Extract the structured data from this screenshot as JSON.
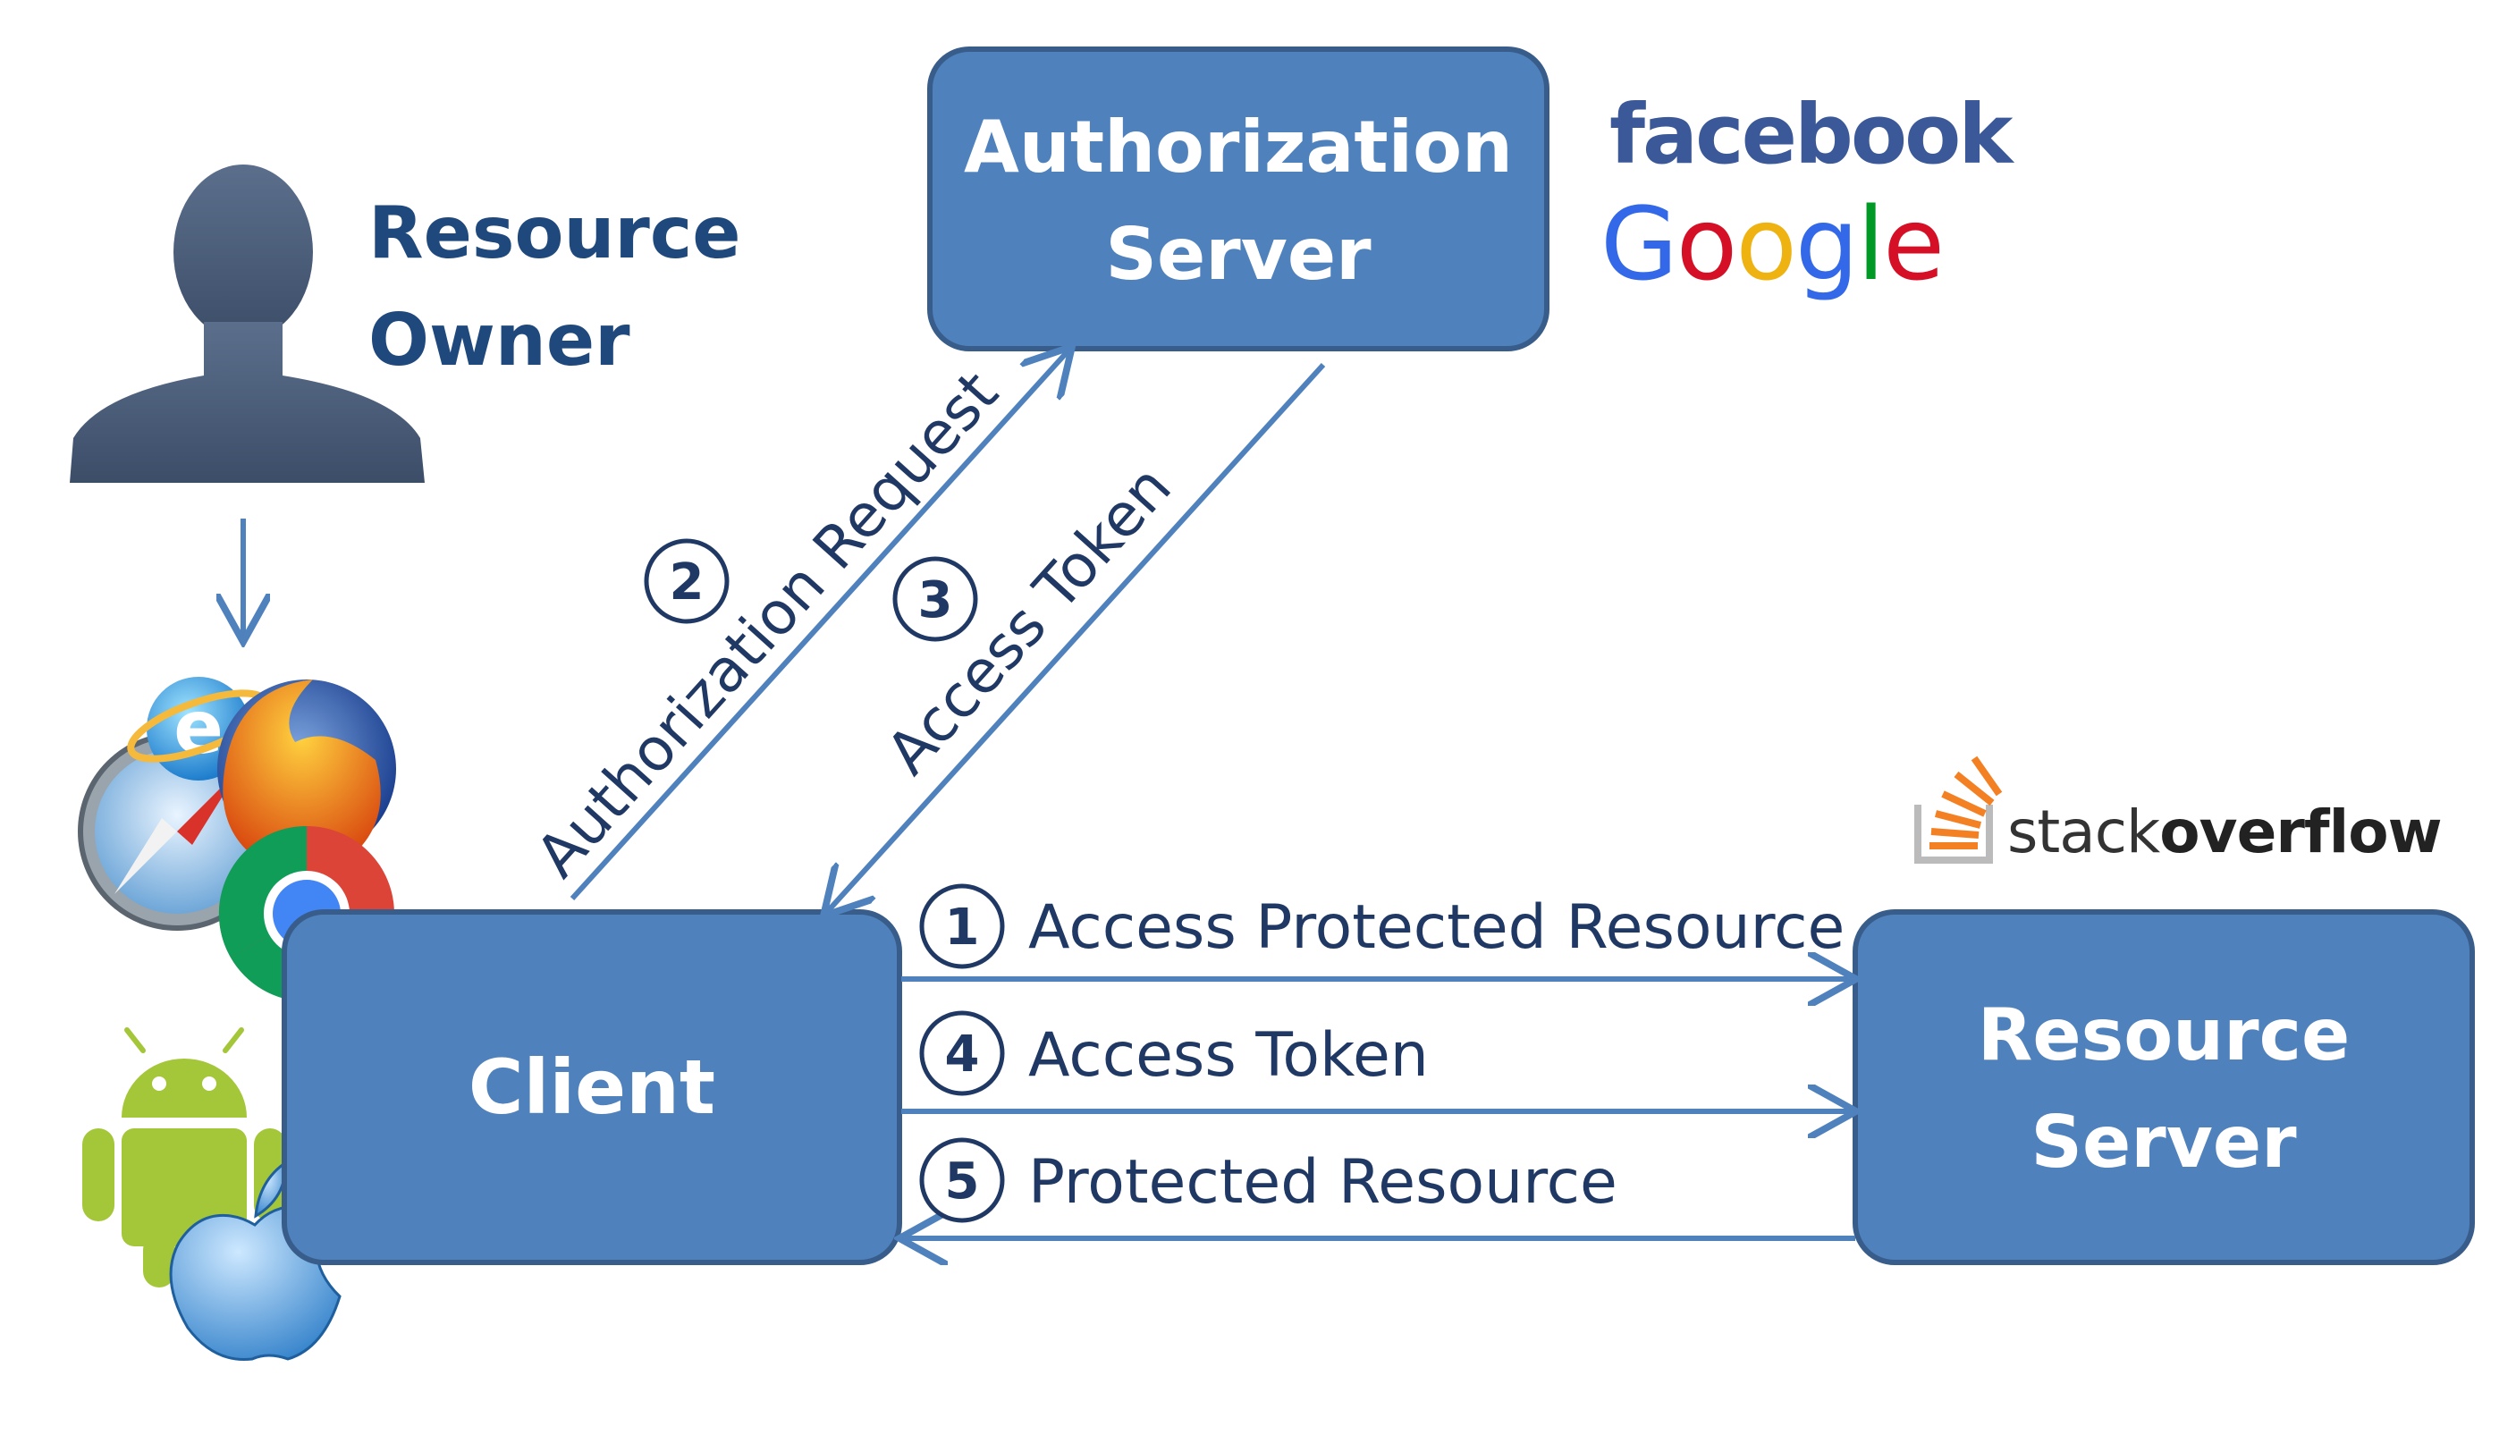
{
  "resource_owner": {
    "line1": "Resource",
    "line2": "Owner"
  },
  "auth_server": {
    "line1": "Authorization",
    "line2": "Server"
  },
  "client": {
    "label": "Client"
  },
  "resource_server": {
    "line1": "Resource",
    "line2": "Server"
  },
  "logos": {
    "facebook": "facebook",
    "google": "Google",
    "stackoverflow_a": "stack",
    "stackoverflow_b": "overflow"
  },
  "steps": [
    {
      "num": "1",
      "label": "Access Protected Resource"
    },
    {
      "num": "2",
      "label": "Authorization Request"
    },
    {
      "num": "3",
      "label": "Access Token"
    },
    {
      "num": "4",
      "label": "Access Token"
    },
    {
      "num": "5",
      "label": "Protected Resource"
    }
  ],
  "colors": {
    "box_fill": "#4f81bd",
    "box_stroke": "#385d8a",
    "arrow": "#4f81bd",
    "title_text": "#1f497d",
    "step_text": "#1f3864",
    "box_text": "#ffffff",
    "silhouette": "#4a5d7a",
    "facebook": "#3b5998",
    "google_blue": "#3369e8",
    "google_red": "#d50f25",
    "google_yellow": "#eeb211",
    "google_green": "#009925",
    "stackoverflow_orange": "#f48024",
    "stackoverflow_gray": "#bcbbbb",
    "android": "#a4c639"
  },
  "icons": [
    "user-silhouette-icon",
    "internet-explorer-icon",
    "firefox-icon",
    "safari-icon",
    "chrome-icon",
    "android-icon",
    "apple-icon",
    "stackoverflow-stack-icon"
  ]
}
